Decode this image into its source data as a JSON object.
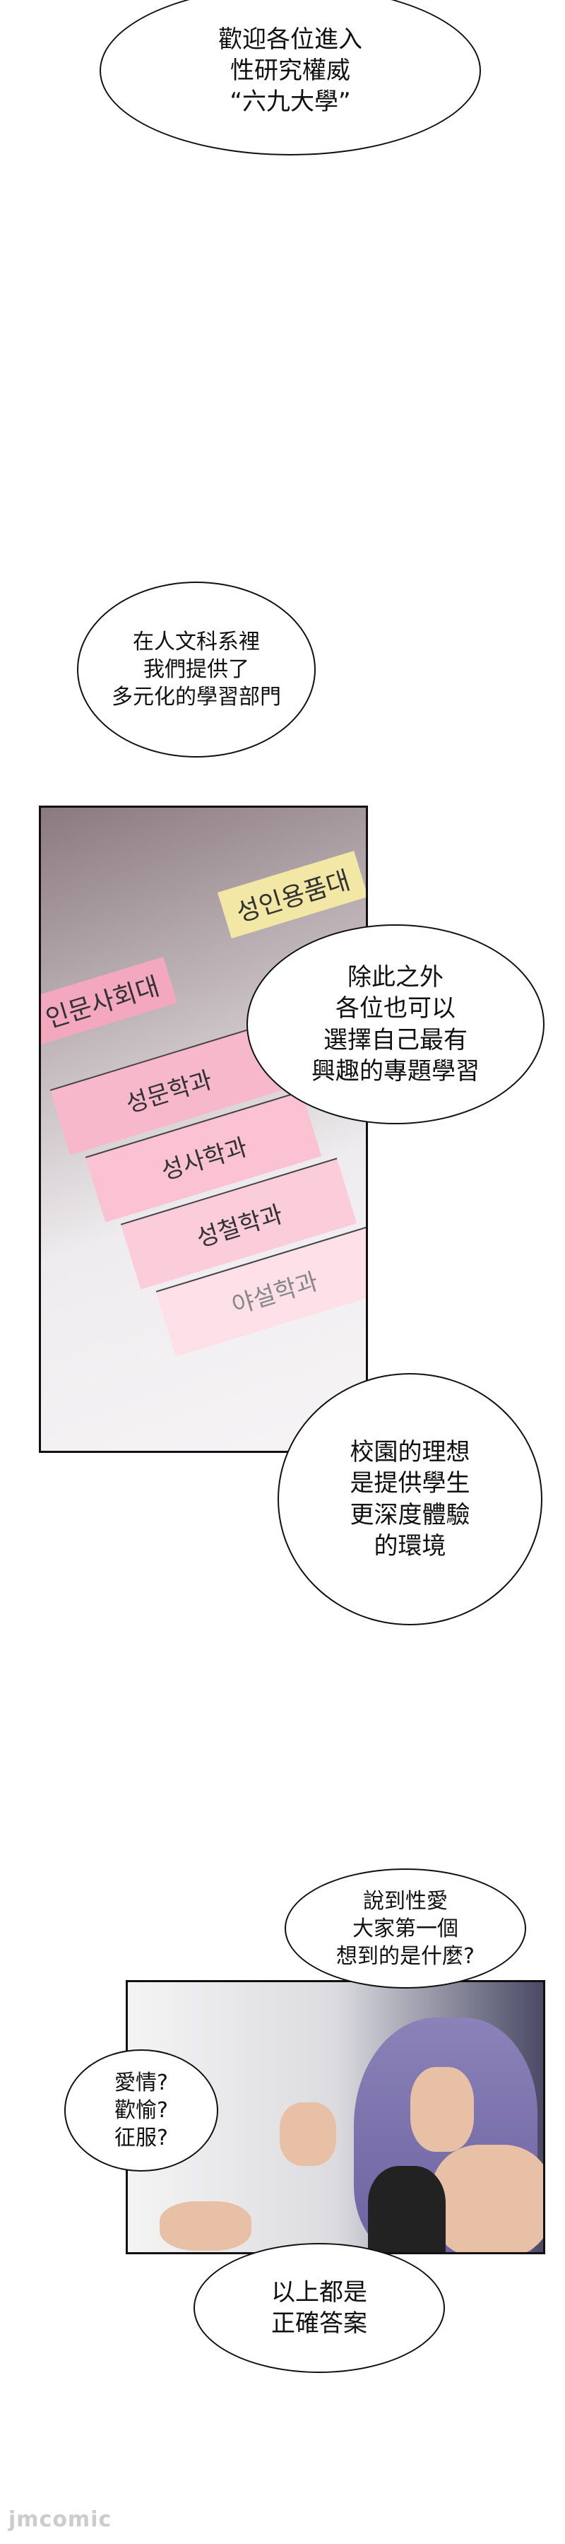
{
  "bubbles": [
    {
      "lines": [
        "歡迎各位進入",
        "性研究權威",
        "“六九大學”"
      ]
    },
    {
      "lines": [
        "在人文科系裡",
        "我們提供了",
        "多元化的學習部門"
      ]
    },
    {
      "lines": [
        "除此之外",
        "各位也可以",
        "選擇自己最有",
        "興趣的專題學習"
      ]
    },
    {
      "lines": [
        "校園的理想",
        "是提供學生",
        "更深度體驗",
        "的環境"
      ]
    },
    {
      "lines": [
        "說到性愛",
        "大家第一個",
        "想到的是什麼?"
      ]
    },
    {
      "lines": [
        "愛情?",
        "歡愉?",
        "征服?"
      ]
    },
    {
      "lines": [
        "以上都是",
        "正確答案"
      ]
    }
  ],
  "panel1": {
    "tags": [
      "성인용품대",
      "인문사회대"
    ],
    "cells": [
      "성문학과",
      "성사학과",
      "성철학과",
      "야설학과"
    ]
  },
  "watermark": "jmcomic"
}
